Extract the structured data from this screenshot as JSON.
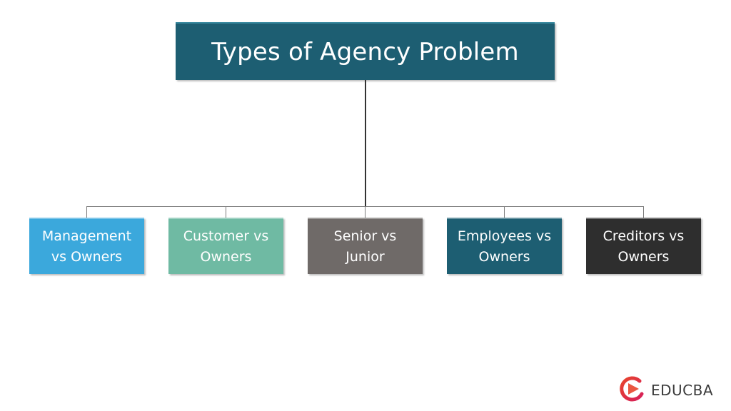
{
  "diagram": {
    "title": "Types of Agency Problem",
    "title_color": "#1d5e72",
    "children": [
      {
        "line1": "Management",
        "line2": "vs Owners",
        "color": "#3ba8dc"
      },
      {
        "line1": "Customer vs",
        "line2": "Owners",
        "color": "#6fbaa3"
      },
      {
        "line1": "Senior vs",
        "line2": "Junior",
        "color": "#6f6a68"
      },
      {
        "line1": "Employees vs",
        "line2": "Owners",
        "color": "#1d5e72"
      },
      {
        "line1": "Creditors vs",
        "line2": "Owners",
        "color": "#2e2e2e"
      }
    ]
  },
  "brand": {
    "logo_icon": "educba-play-icon",
    "name": "EDUCBA",
    "accent": "#e8452c"
  }
}
